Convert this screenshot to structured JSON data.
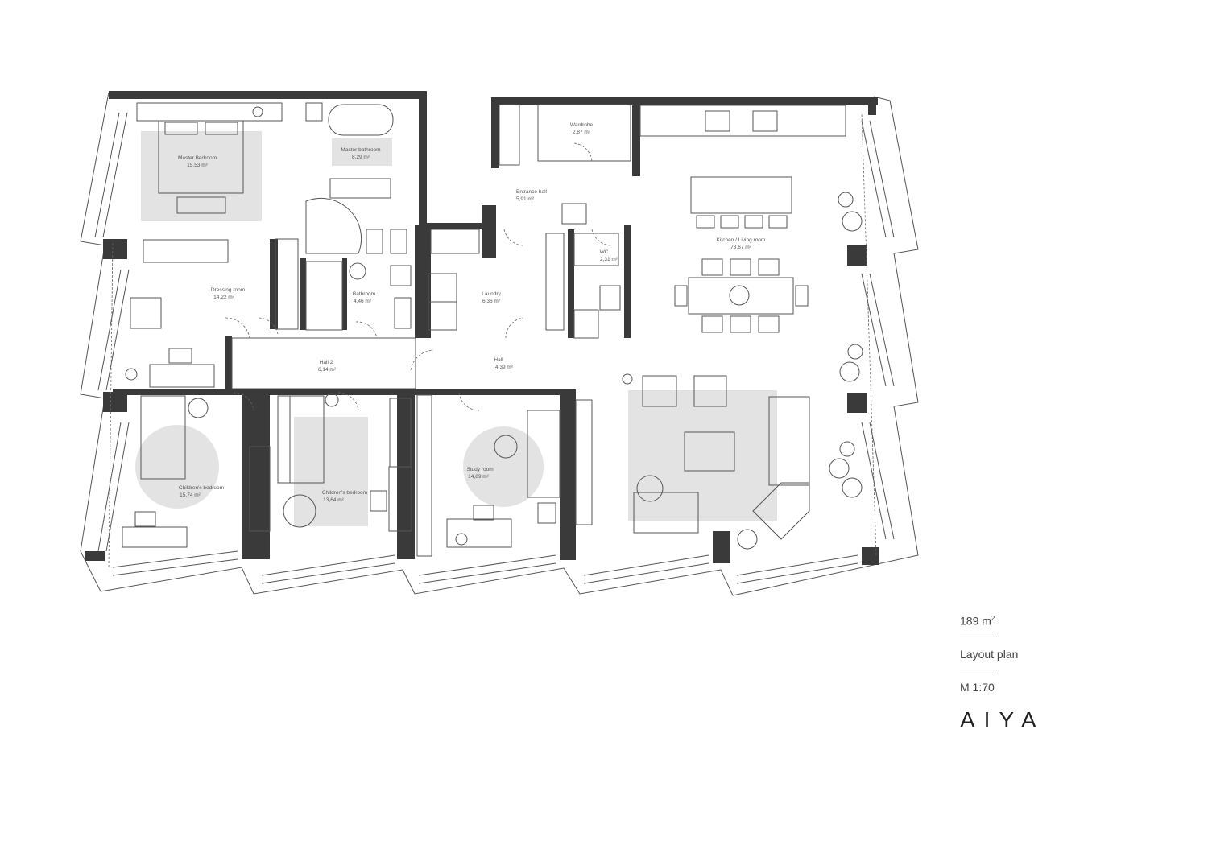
{
  "rooms": [
    {
      "name": "Master Bedroom",
      "area": "15,53 m²"
    },
    {
      "name": "Master bathroom",
      "area": "8,29 m²"
    },
    {
      "name": "Wardrobe",
      "area": "2,87 m²"
    },
    {
      "name": "Entrance hall",
      "area": "5,91 m²"
    },
    {
      "name": "WC",
      "area": "2,31 m²"
    },
    {
      "name": "Kitchen / Living room",
      "area": "73,67 m²"
    },
    {
      "name": "Dressing room",
      "area": "14,22 m²"
    },
    {
      "name": "Bathroom",
      "area": "4,46 m²"
    },
    {
      "name": "Laundry",
      "area": "6,36 m²"
    },
    {
      "name": "Hall 2",
      "area": "6,14 m²"
    },
    {
      "name": "Hall",
      "area": "4,39 m²"
    },
    {
      "name": "Children's bedroom",
      "area": "15,74 m²"
    },
    {
      "name": "Children's bedroom",
      "area": "13,64 m²"
    },
    {
      "name": "Study room",
      "area": "14,89 m²"
    }
  ],
  "info": {
    "area_value": "189 m",
    "area_sup": "2",
    "plan_label": "Layout plan",
    "scale": "M 1:70",
    "brand": "AIYA"
  },
  "colors": {
    "wall": "#3a3a3a",
    "rug": "#e3e3e3",
    "line": "#555555"
  }
}
